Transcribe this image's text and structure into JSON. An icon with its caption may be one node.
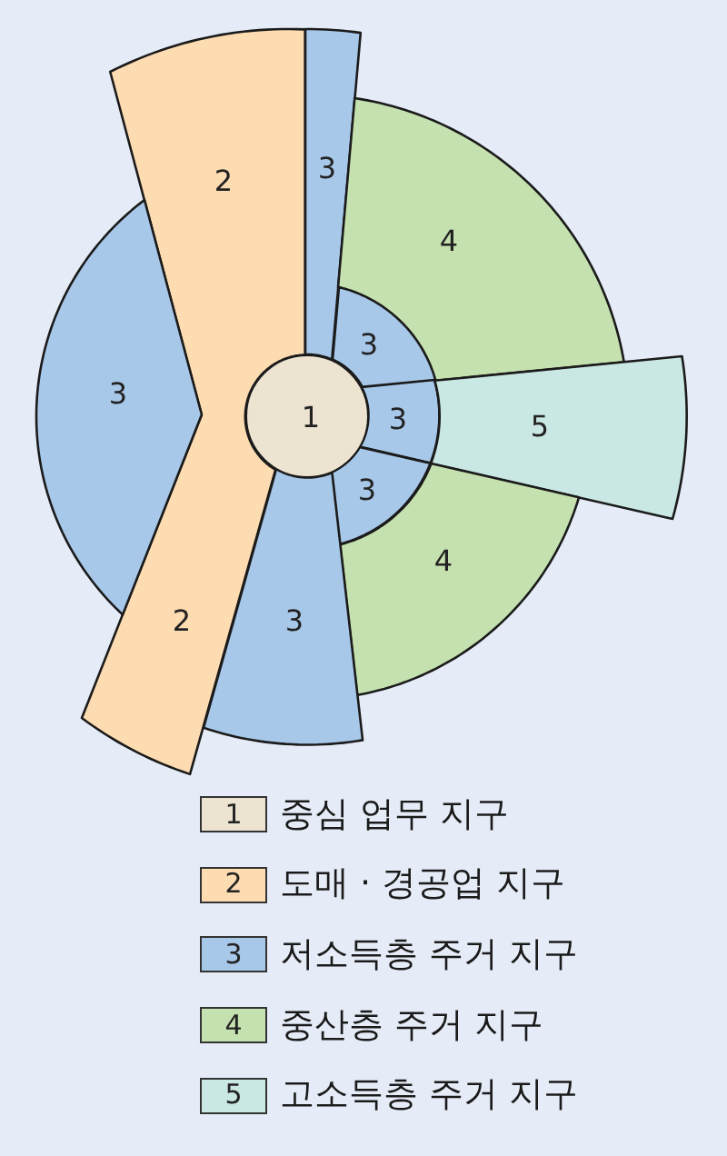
{
  "diagram": {
    "nodes": [
      {
        "text": [
          "2",
          "2"
        ]
      },
      {
        "text": [
          "3"
        ]
      },
      {
        "text": [
          "4"
        ]
      },
      {
        "text": [
          "3"
        ]
      },
      {
        "text": [
          "3"
        ]
      },
      {
        "text": [
          "1"
        ]
      },
      {
        "text": [
          "3"
        ]
      },
      {
        "text": [
          "5"
        ]
      },
      {
        "text": [
          "3"
        ]
      },
      {
        "text": [
          "4"
        ]
      },
      {
        "text": [
          "3"
        ]
      }
    ],
    "labels": [
      "1",
      "2",
      "3",
      "4",
      "5"
    ],
    "legend": [
      {
        "text": "중심 업무 지구",
        "color": "#ece4d0"
      },
      {
        "text": "도매 · 경공업 지구",
        "color": "#fddcb2"
      },
      {
        "text": "저소득층 주거 지구",
        "color": "#a8c8ea"
      },
      {
        "text": "중산층 주거 지구",
        "color": "#c5e1af"
      },
      {
        "text": "고소득층 주거 지구",
        "color": "#c9e8e3"
      }
    ]
  }
}
